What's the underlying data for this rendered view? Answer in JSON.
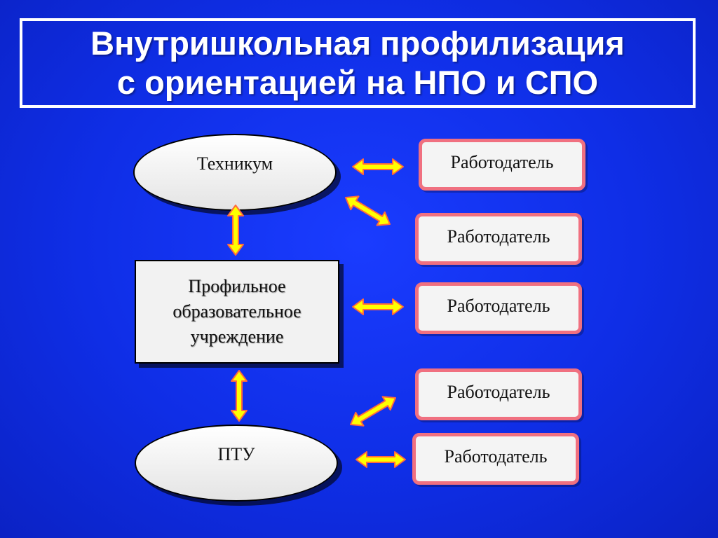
{
  "title": {
    "line1": "Внутришкольная профилизация",
    "line2": "с ориентацией на НПО и СПО"
  },
  "nodes": {
    "technikum": "Техникум",
    "profile_institution": [
      "Профильное",
      "образовательное",
      "учреждение"
    ],
    "ptu": "ПТУ"
  },
  "employers": [
    "Работодатель",
    "Работодатель",
    "Работодатель",
    "Работодатель",
    "Работодатель"
  ],
  "colors": {
    "background": "#1430f0",
    "arrow_fill": "#ffff00",
    "arrow_stroke": "#ff6a3c",
    "employer_border": "#f07080"
  }
}
